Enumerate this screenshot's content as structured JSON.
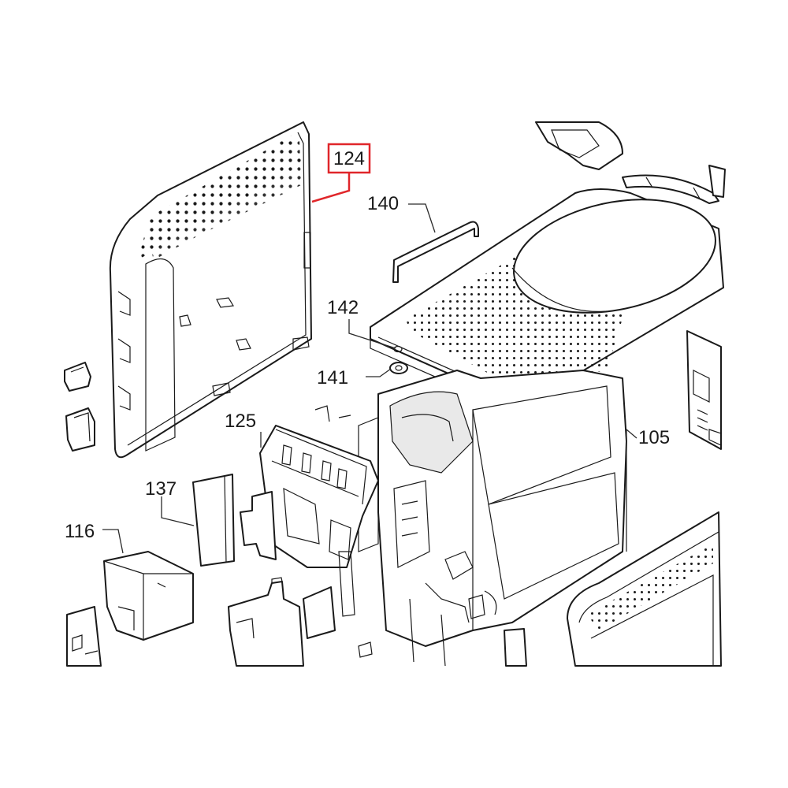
{
  "highlight_color": "#e0262a",
  "callouts": {
    "c124": "124",
    "c140": "140",
    "c142": "142",
    "c141": "141",
    "c125": "125",
    "c105": "105",
    "c137": "137",
    "c116": "116"
  }
}
